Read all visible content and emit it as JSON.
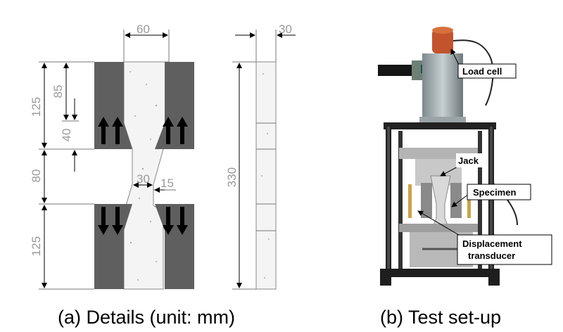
{
  "panel_a": {
    "caption": "(a) Details (unit: mm)",
    "dims": {
      "top_width": "60",
      "side_width": "30",
      "left_total_top": "125",
      "left_85": "85",
      "left_40": "40",
      "left_80": "80",
      "left_total_bottom": "125",
      "height_330": "330",
      "neck_30": "30",
      "neck_15": "15"
    }
  },
  "panel_b": {
    "caption": "(b) Test set-up",
    "labels": {
      "load_cell": "Load cell",
      "jack": "Jack",
      "specimen": "Specimen",
      "disp_line1": "Displacement",
      "disp_line2": "transducer"
    }
  },
  "colors": {
    "steel": "#5f5f5f",
    "concrete": "#f4f4f4",
    "frame": "#2b2b2b"
  }
}
